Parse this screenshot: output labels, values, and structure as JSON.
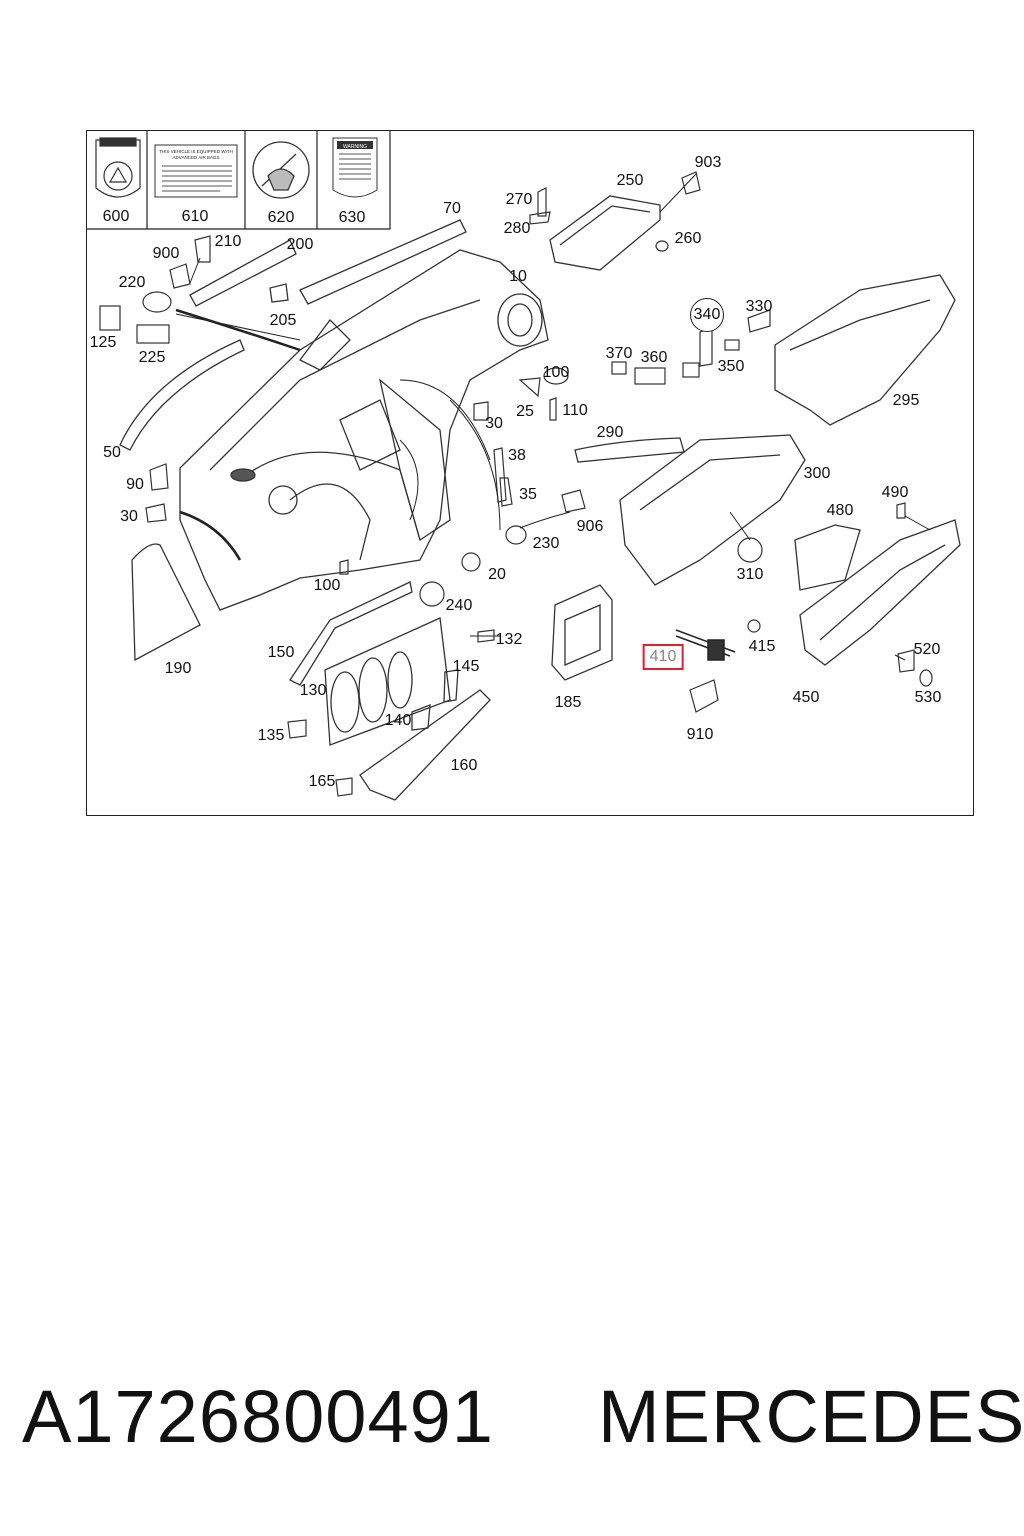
{
  "diagram": {
    "warning_labels": [
      {
        "number": "600",
        "icon": "airbag-warning-sticker-icon"
      },
      {
        "number": "610",
        "icon": "airbag-info-sticker-icon",
        "text_lines": [
          "THIS VEHICLE IS EQUIPPED WITH",
          "ADVANCED AIR BAGS"
        ]
      },
      {
        "number": "620",
        "icon": "airbag-round-sticker-icon"
      },
      {
        "number": "630",
        "icon": "warning-sticker-icon",
        "text": "WARNING"
      }
    ],
    "callouts": {
      "c903": "903",
      "c250": "250",
      "c270": "270",
      "c280": "280",
      "c260": "260",
      "c70": "70",
      "c900": "900",
      "c210": "210",
      "c200": "200",
      "c220": "220",
      "c10": "10",
      "c125": "125",
      "c225": "225",
      "c205": "205",
      "c340": "340",
      "c330": "330",
      "c370": "370",
      "c360": "360",
      "c350": "350",
      "c295": "295",
      "c100a": "100",
      "c25": "25",
      "c110": "110",
      "c30a": "30",
      "c290": "290",
      "c50": "50",
      "c38": "38",
      "c300": "300",
      "c90": "90",
      "c35": "35",
      "c490": "490",
      "c30b": "30",
      "c906": "906",
      "c480": "480",
      "c230": "230",
      "c310": "310",
      "c20": "20",
      "c100b": "100",
      "c240": "240",
      "c132": "132",
      "c415": "415",
      "c410": "410",
      "c520": "520",
      "c190": "190",
      "c150": "150",
      "c145": "145",
      "c185": "185",
      "c130": "130",
      "c450": "450",
      "c530": "530",
      "c140": "140",
      "c135": "135",
      "c910": "910",
      "c160": "160",
      "c165": "165"
    }
  },
  "footer": {
    "part_number": "A1726800491",
    "brand": "MERCEDES"
  },
  "colors": {
    "line": "#222222",
    "highlight_box": "#e02030",
    "highlight_text": "#888888"
  }
}
